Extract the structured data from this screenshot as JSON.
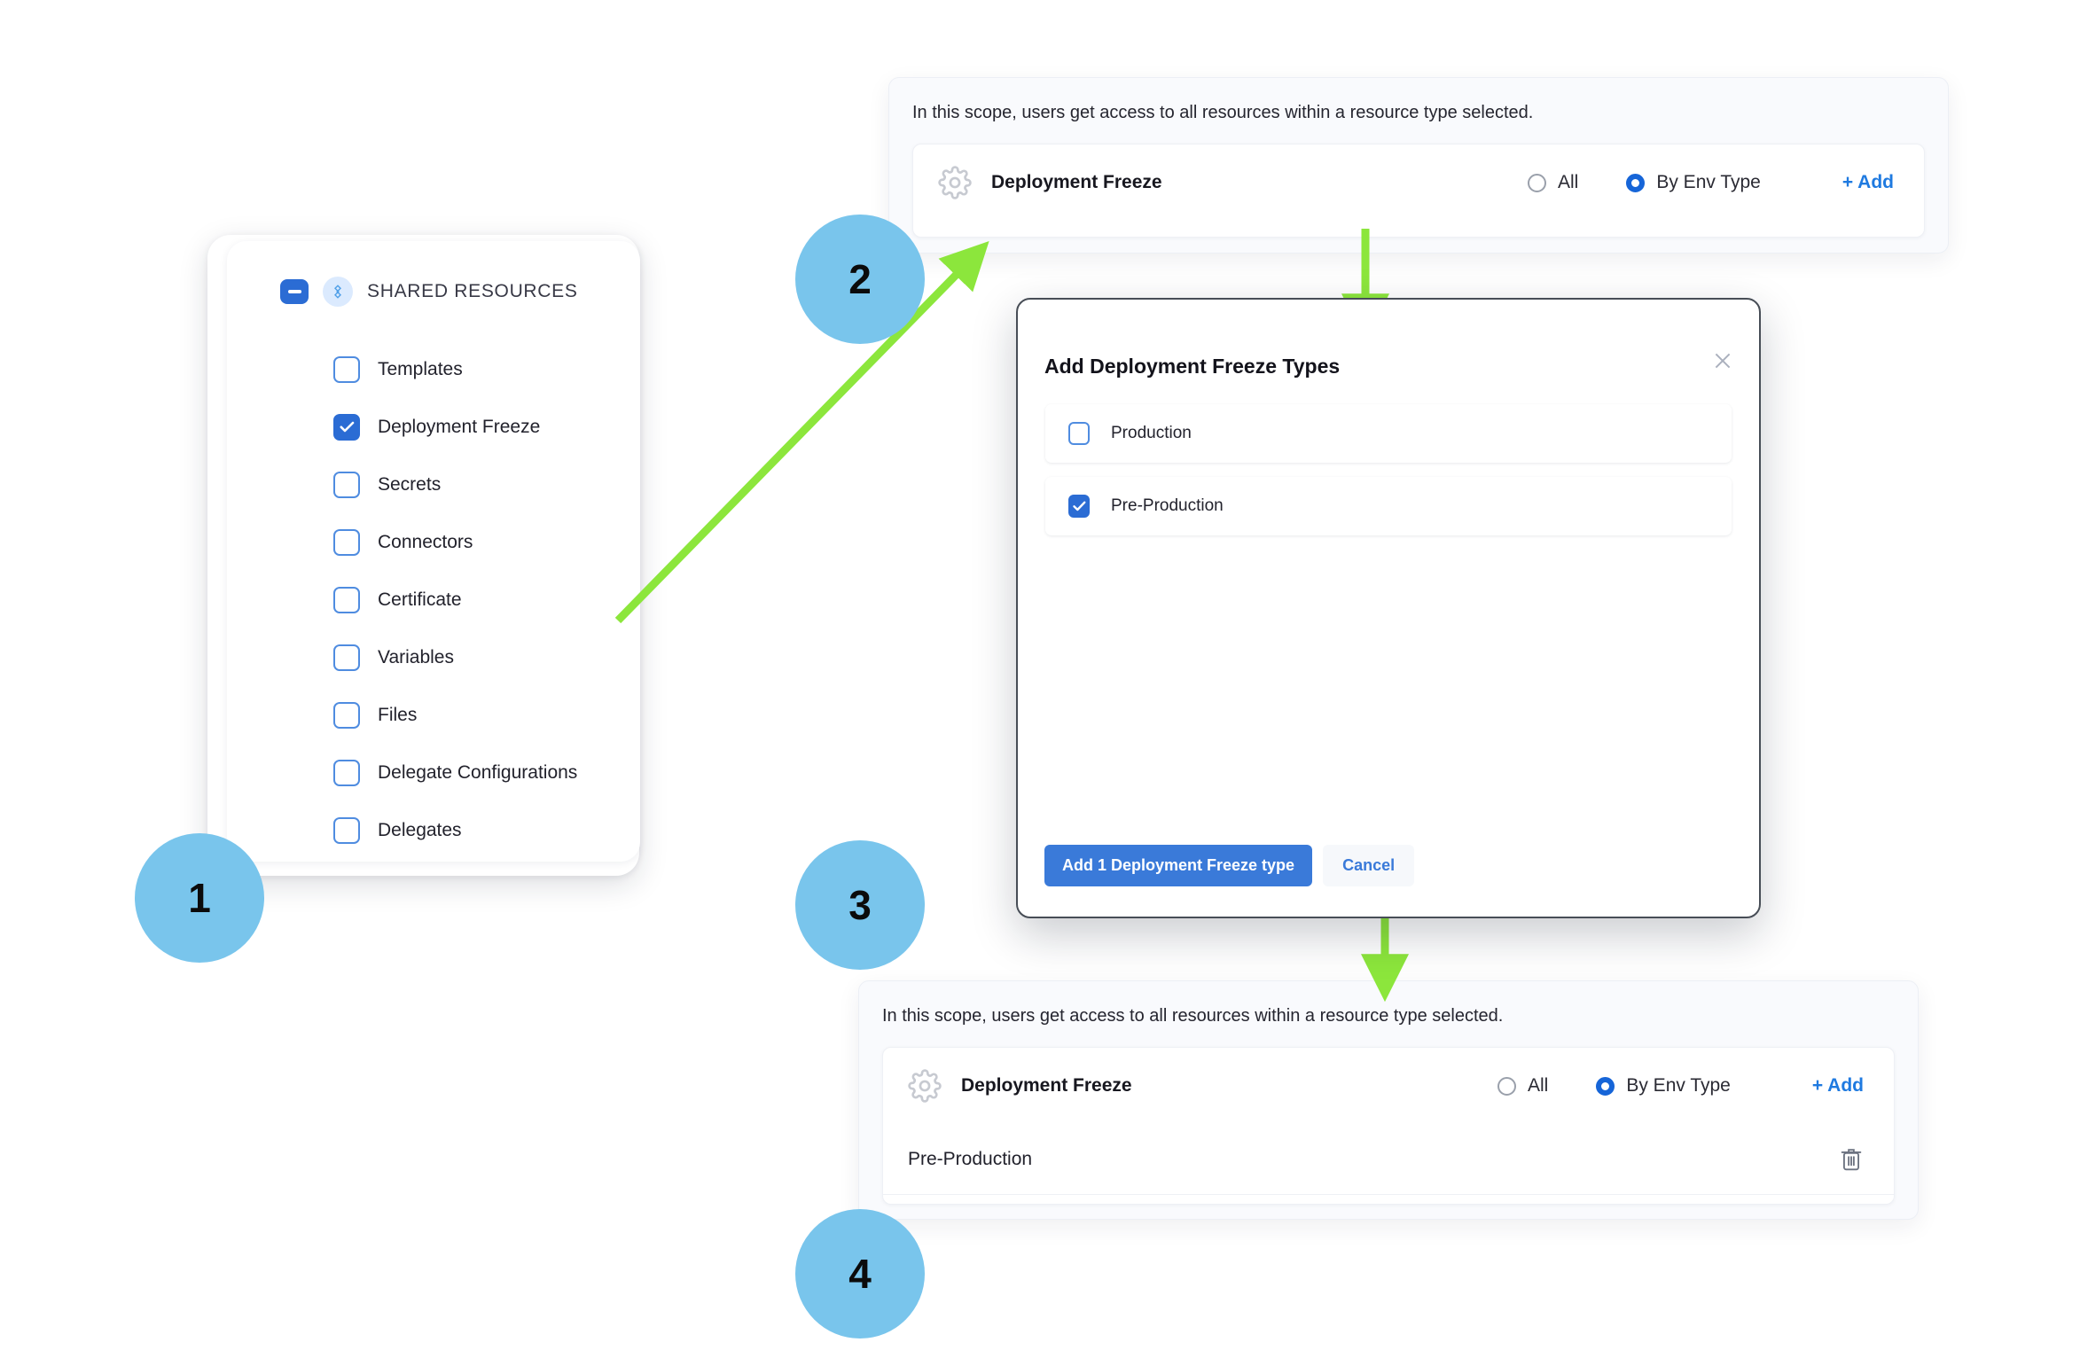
{
  "steps": [
    {
      "n": "1"
    },
    {
      "n": "2"
    },
    {
      "n": "3"
    },
    {
      "n": "4"
    }
  ],
  "resource_tree": {
    "group_label": "SHARED RESOURCES",
    "group_icon": "shared-resources-icon",
    "group_checkbox_state": "indeterminate",
    "items": [
      {
        "label": "Templates",
        "checked": false
      },
      {
        "label": "Deployment Freeze",
        "checked": true
      },
      {
        "label": "Secrets",
        "checked": false
      },
      {
        "label": "Connectors",
        "checked": false
      },
      {
        "label": "Certificate",
        "checked": false
      },
      {
        "label": "Variables",
        "checked": false
      },
      {
        "label": "Files",
        "checked": false
      },
      {
        "label": "Delegate Configurations",
        "checked": false
      },
      {
        "label": "Delegates",
        "checked": false
      }
    ]
  },
  "scope_panel_top": {
    "note": "In this scope, users get access to all resources within a resource type selected.",
    "resource_name": "Deployment Freeze",
    "radio_all_label": "All",
    "radio_all_selected": false,
    "radio_env_label": "By Env Type",
    "radio_env_selected": true,
    "add_label": "+ Add"
  },
  "scope_panel_bottom": {
    "note": "In this scope, users get access to all resources within a resource type selected.",
    "resource_name": "Deployment Freeze",
    "radio_all_label": "All",
    "radio_all_selected": false,
    "radio_env_label": "By Env Type",
    "radio_env_selected": true,
    "add_label": "+ Add",
    "rows": [
      {
        "label": "Pre-Production"
      }
    ]
  },
  "modal": {
    "title": "Add Deployment Freeze Types",
    "close_icon": "close-icon",
    "options": [
      {
        "label": "Production",
        "checked": false
      },
      {
        "label": "Pre-Production",
        "checked": true
      }
    ],
    "primary_button": "Add 1 Deployment Freeze type",
    "cancel_button": "Cancel"
  },
  "colors": {
    "accent_blue": "#2b6cd4",
    "link_blue": "#1f7ae0",
    "badge_blue": "#79c5ec",
    "arrow_green": "#8ce63c",
    "modal_border": "#474d56"
  }
}
